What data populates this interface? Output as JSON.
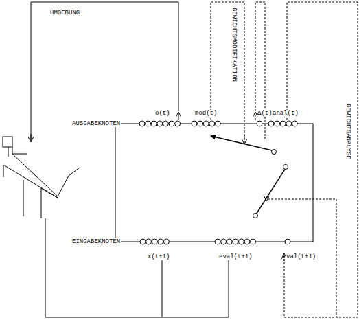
{
  "diagram": {
    "labels": [
      "UMGEBUNG",
      "GEWICHTSMODIFIKATION",
      "GEWICHTSANALYSE",
      "AUSGABEKNOTEN",
      "o(t)",
      "mod(t)",
      "Δ(t)",
      "anal(t)",
      "EINGABEKNOTEN",
      "x(t+1)",
      "eval(t+1)",
      "val(t+1)"
    ]
  }
}
